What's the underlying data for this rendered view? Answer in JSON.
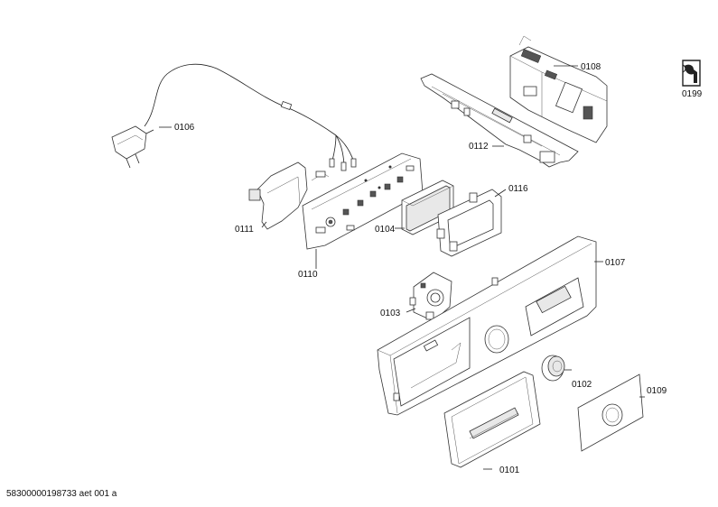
{
  "parts": [
    {
      "id": "part-0106",
      "label": "0106"
    },
    {
      "id": "part-0108",
      "label": "0108"
    },
    {
      "id": "part-0112",
      "label": "0112"
    },
    {
      "id": "part-0199",
      "label": "0199"
    },
    {
      "id": "part-0111",
      "label": "0111"
    },
    {
      "id": "part-0104",
      "label": "0104"
    },
    {
      "id": "part-0116",
      "label": "0116"
    },
    {
      "id": "part-0110",
      "label": "0110"
    },
    {
      "id": "part-0107",
      "label": "0107"
    },
    {
      "id": "part-0103",
      "label": "0103"
    },
    {
      "id": "part-0102",
      "label": "0102"
    },
    {
      "id": "part-0109",
      "label": "0109"
    },
    {
      "id": "part-0101",
      "label": "0101"
    }
  ],
  "footer": {
    "text": "58300000198733 aet 001 a"
  },
  "icons": {
    "service": "wrench-service-icon"
  }
}
